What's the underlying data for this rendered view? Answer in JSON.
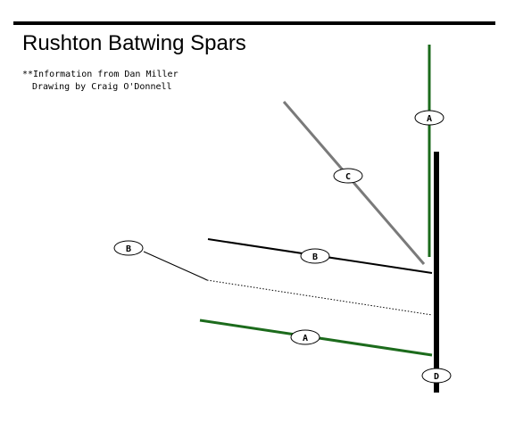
{
  "title": "Rushton Batwing Spars",
  "credits": {
    "line1": "**Information from Dan Miller",
    "line2": "Drawing by Craig O'Donnell"
  },
  "labels": {
    "mast_top": "A",
    "gaff": "C",
    "boom_upper": "B",
    "boom_callout": "B",
    "boom_lower": "A",
    "mast_bottom": "D"
  },
  "colors": {
    "black": "#000000",
    "green": "#1c6b1c",
    "gray": "#7a7a7a",
    "background": "#ffffff"
  }
}
